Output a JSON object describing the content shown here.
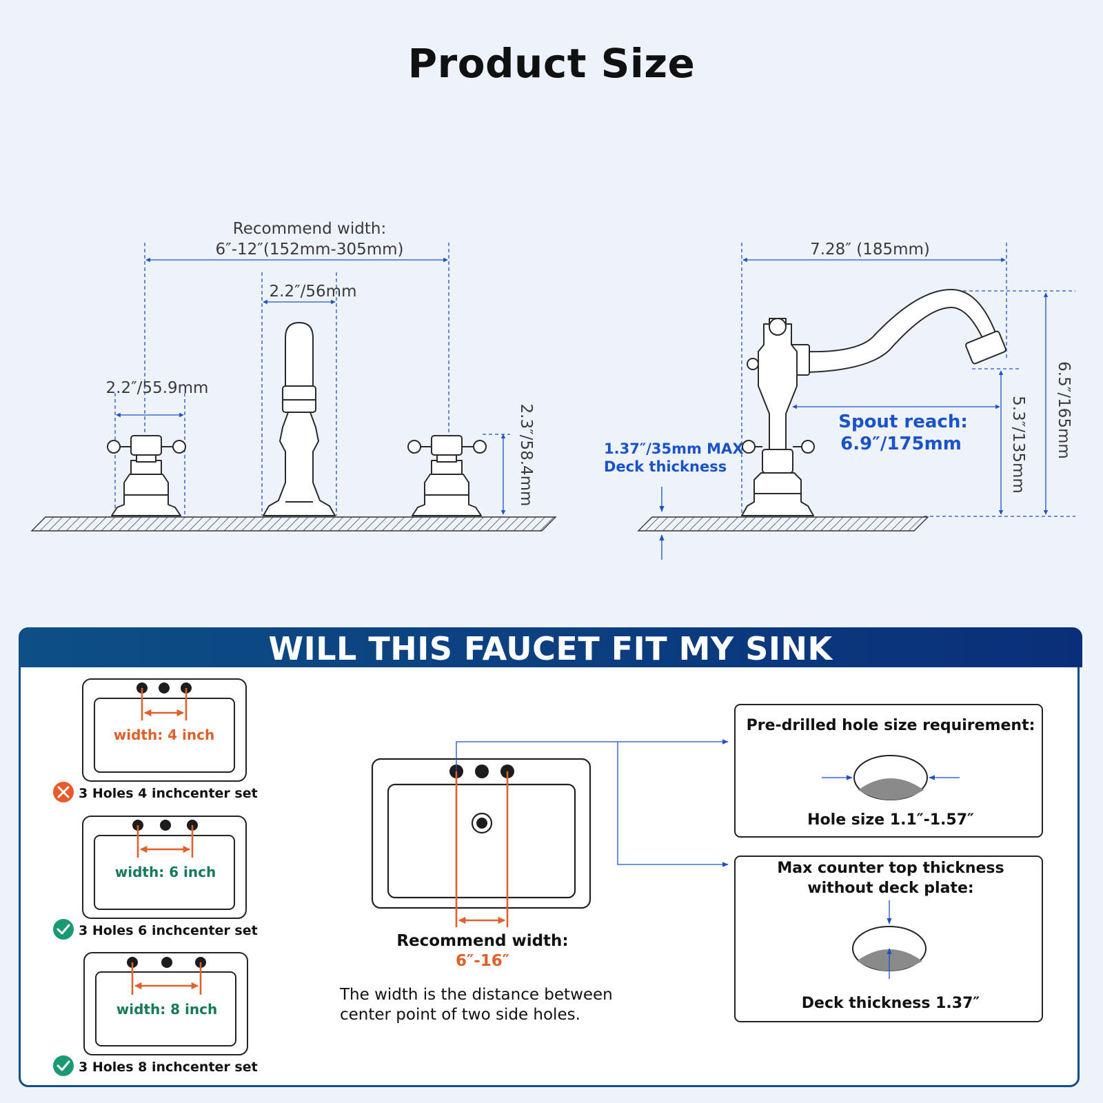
{
  "title": "Product Size",
  "front_view": {
    "recommend_label": "Recommend width:",
    "recommend_value": "6″-12″(152mm-305mm)",
    "spout_width": "2.2″/56mm",
    "handle_width": "2.2″/55.9mm",
    "handle_height": "2.3″/58.4mm"
  },
  "side_view": {
    "length": "7.28″ (185mm)",
    "spout_reach_label": "Spout reach:",
    "spout_reach_value": "6.9″/175mm",
    "deck_line1": "1.37″/35mm MAX",
    "deck_line2": "Deck thickness",
    "spout_height": "5.3″/135mm",
    "total_height": "6.5″/165mm"
  },
  "fit_panel": {
    "title": "WILL THIS FAUCET FIT MY SINK",
    "options": [
      {
        "width_label": "width: 4 inch",
        "caption": "3 Holes 4 inchcenter set",
        "status": "no"
      },
      {
        "width_label": "width: 6 inch",
        "caption": "3 Holes 6 inchcenter set",
        "status": "yes"
      },
      {
        "width_label": "width: 8 inch",
        "caption": "3 Holes 8 inchcenter set",
        "status": "yes"
      }
    ],
    "recommend_label": "Recommend width:",
    "recommend_value": "6″-16″",
    "note_line1": "The width is the distance between",
    "note_line2": "center point of two side holes.",
    "hole_title": "Pre-drilled hole size requirement:",
    "hole_value": "Hole size 1.1″-1.57″",
    "counter_line1": "Max counter top thickness",
    "counter_line2": "without deck plate:",
    "deck_value": "Deck thickness 1.37″"
  },
  "colors": {
    "blue": "#1a52c9",
    "orange": "#e0602b",
    "green": "#157a5a",
    "header": "#0d4f86",
    "bg": "#eef3fb"
  }
}
